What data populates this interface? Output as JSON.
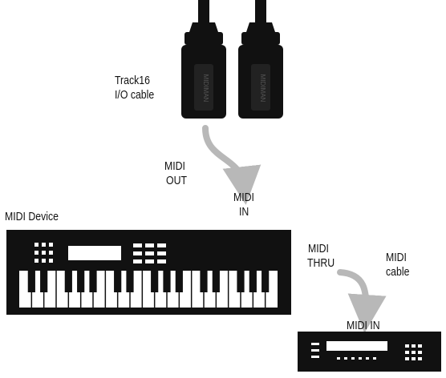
{
  "labels": {
    "cable_name": "Track16",
    "cable_type": "I/O cable",
    "midi_out_1": "MIDI",
    "midi_out_2": "OUT",
    "midi_in_1": "MIDI",
    "midi_in_2": "IN",
    "device": "MIDI Device",
    "midi_thru_1": "MIDI",
    "midi_thru_2": "THRU",
    "cable_1": "MIDI",
    "cable_2": "cable",
    "midi_in_rack": "MIDI IN"
  },
  "connectors": [
    {
      "name": "left-din-connector",
      "molded_text": "MIDIMAN"
    },
    {
      "name": "right-din-connector",
      "molded_text": "MIDIMAN"
    }
  ],
  "colors": {
    "ink": "#111111",
    "arrow": "#b8b8b8",
    "background": "#ffffff"
  }
}
